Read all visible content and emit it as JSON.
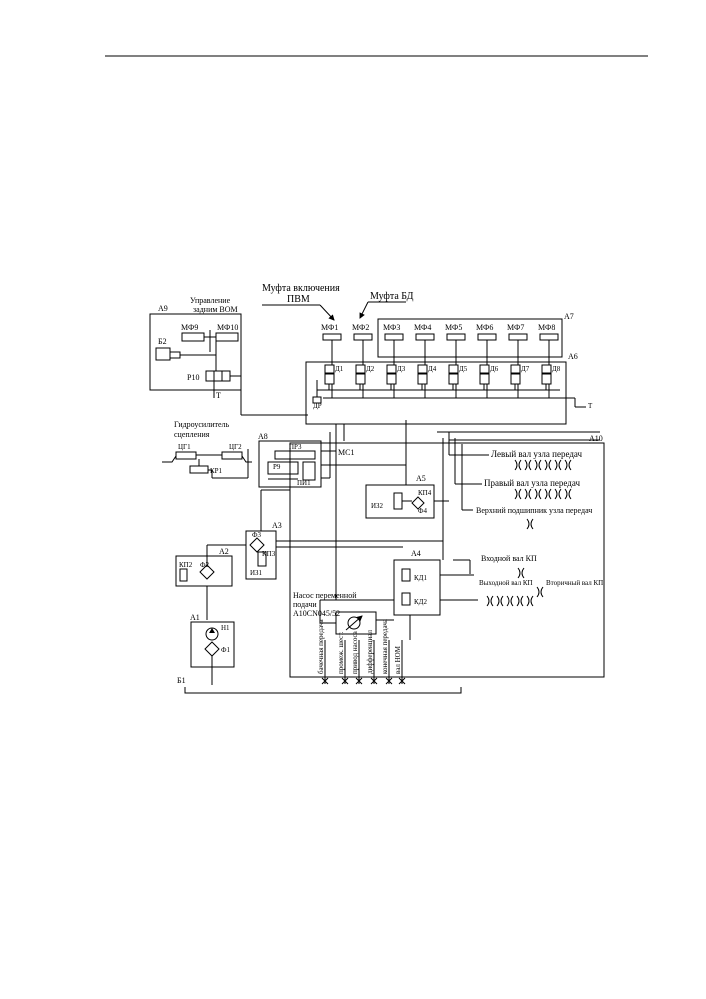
{
  "title_top_left": "Муфта включения",
  "title_top_left_2": "ПВМ",
  "title_top_right": "Муфта  БД",
  "blocks": {
    "a1": "А1",
    "a2": "А2",
    "a3": "А3",
    "a4": "А4",
    "a5": "А5",
    "a6": "А6",
    "a7": "А7",
    "a8": "А8",
    "a9": "А9",
    "a10": "А10"
  },
  "a9": {
    "title_1": "Управление",
    "title_2": "задним ВОМ",
    "mf9": "МФ9",
    "mf10": "МФ10",
    "b2": "Б2",
    "r10": "Р10",
    "t": "Т"
  },
  "clutch_booster": {
    "title_1": "Гидроусилитель",
    "title_2": "сцепления",
    "cg1": "ЦГ1",
    "cg2": "ЦГ2",
    "kr1": "КР1"
  },
  "a8": {
    "pr3": "ПР3",
    "r9": "Р9",
    "pi1": "ПИ1",
    "ms1": "МС1"
  },
  "valves_a7": [
    "МФ1",
    "МФ2",
    "МФ3",
    "МФ4",
    "МФ5",
    "МФ6",
    "МФ7",
    "МФ8"
  ],
  "valves_a6": [
    "Д1",
    "Д2",
    "Д3",
    "Д4",
    "Д5",
    "Д6",
    "Д7",
    "Д8"
  ],
  "a6_dr": "ДР",
  "a6_t": "Т",
  "a10": {
    "left_shaft": "Левый вал узла передач",
    "right_shaft": "Правый вал узла передач",
    "top_bearing": "Верхний подшипник узла передач",
    "input_shaft": "Входной вал КП",
    "output_shaft": "Выходной вал КП",
    "secondary_shaft": "Вторичный вал КП"
  },
  "a5": {
    "kp4": "КП4",
    "iz2": "ИЗ2",
    "f4": "Ф4"
  },
  "a4": {
    "kd1": "КД1",
    "kd2": "КД2"
  },
  "a3": {
    "f3": "Ф3",
    "kp3": "КП3",
    "iz1": "ИЗ1"
  },
  "a2": {
    "kp2": "КП2",
    "f2": "Ф2"
  },
  "a1": {
    "n1": "Н1",
    "f1": "Ф1"
  },
  "tank": "Б1",
  "pump": {
    "line1": "Насос переменной",
    "line2": "подачи",
    "model": "A10CN045/52"
  },
  "lube_labels": [
    "бачечная передача",
    "промеж. шест.",
    "привод насоса",
    "дифференциал",
    "конечная передача",
    "вал НОМ"
  ]
}
